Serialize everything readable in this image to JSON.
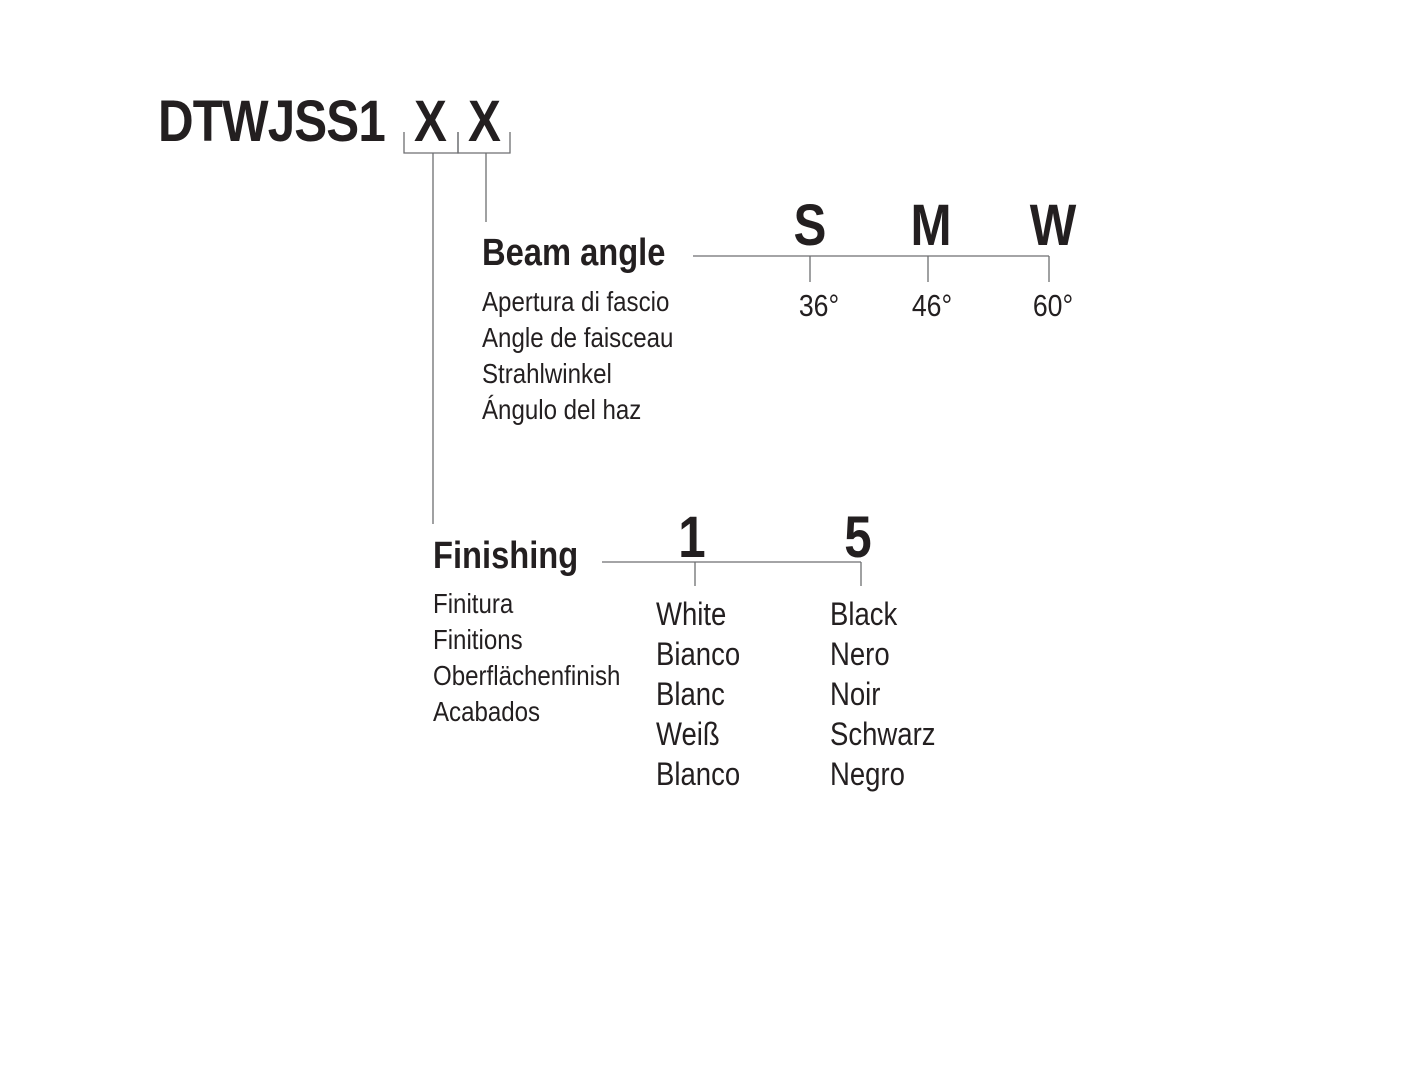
{
  "code": {
    "prefix": "DTWJSS1",
    "slot1": "X",
    "slot2": "X"
  },
  "beam_angle": {
    "heading": "Beam angle",
    "translations": [
      "Apertura di fascio",
      "Angle de faisceau",
      "Strahlwinkel",
      "Ángulo del haz"
    ],
    "options": [
      {
        "code": "S",
        "value": "36°"
      },
      {
        "code": "M",
        "value": "46°"
      },
      {
        "code": "W",
        "value": "60°"
      }
    ]
  },
  "finishing": {
    "heading": "Finishing",
    "translations": [
      "Finitura",
      "Finitions",
      "Oberflächenfinish",
      "Acabados"
    ],
    "options": [
      {
        "code": "1",
        "names": [
          "White",
          "Bianco",
          "Blanc",
          "Weiß",
          "Blanco"
        ]
      },
      {
        "code": "5",
        "names": [
          "Black",
          "Nero",
          "Noir",
          "Schwarz",
          "Negro"
        ]
      }
    ]
  },
  "colors": {
    "text": "#231f20",
    "lines": "#6d6e71"
  }
}
